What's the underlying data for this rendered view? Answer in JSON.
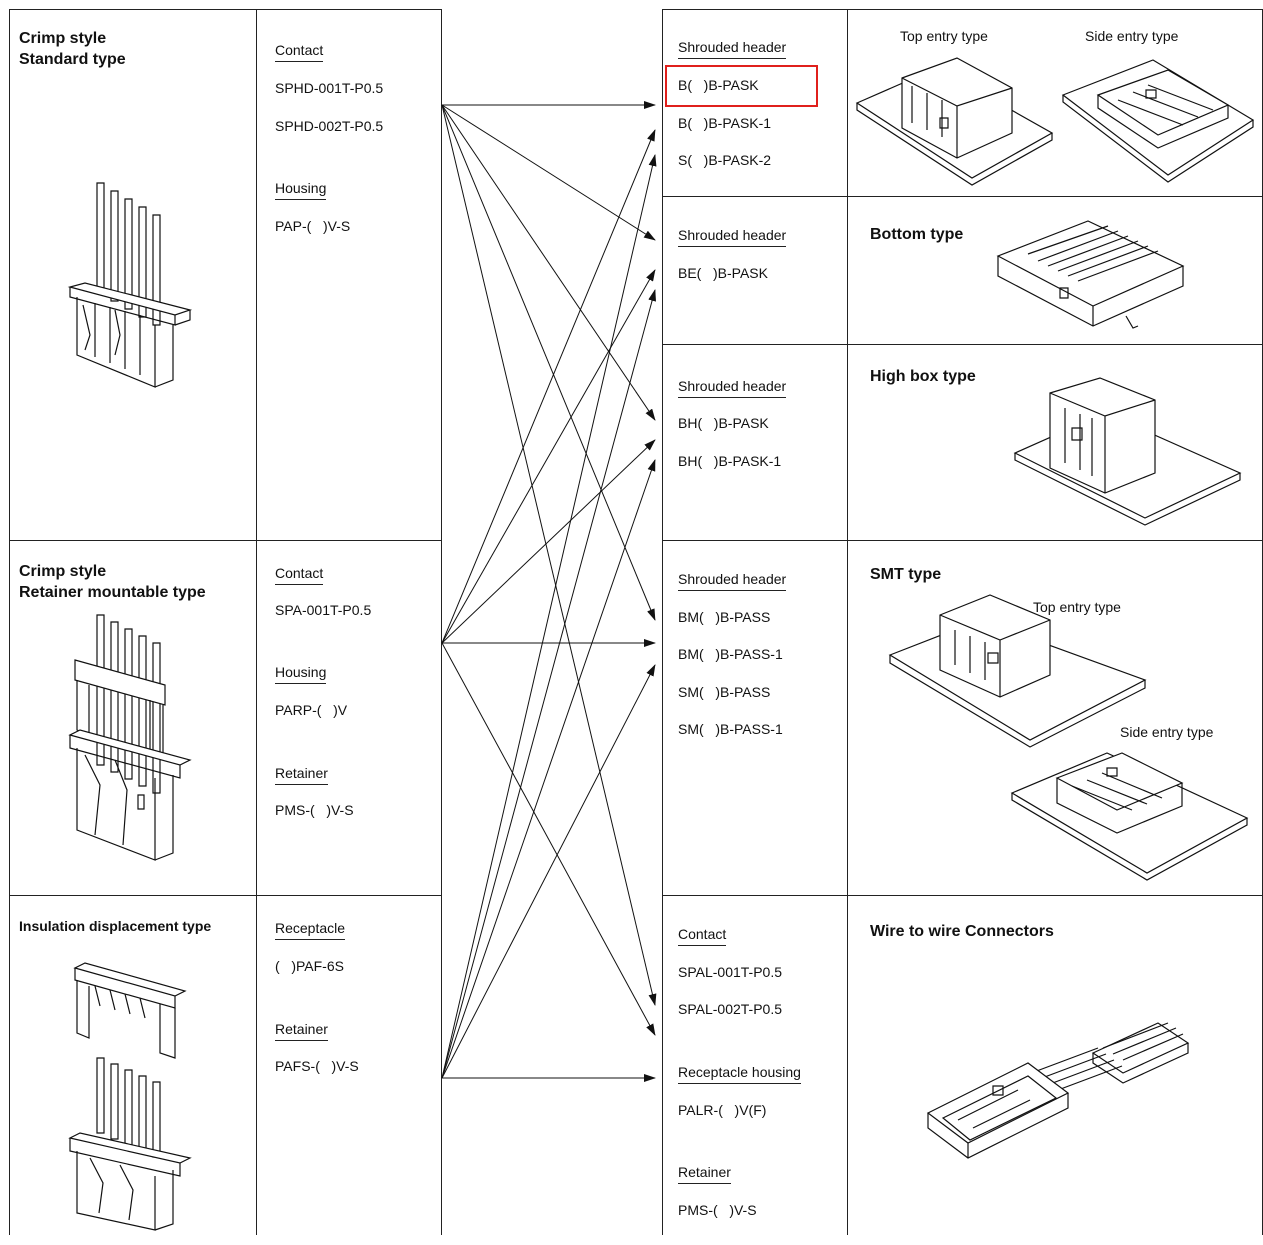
{
  "left_groups": [
    {
      "title": "Crimp style\nStandard type",
      "items": [
        {
          "label": "Contact",
          "values": [
            "SPHD-001T-P0.5",
            "SPHD-002T-P0.5"
          ]
        },
        {
          "label": "Housing",
          "values": [
            "PAP-(   )V-S"
          ]
        }
      ]
    },
    {
      "title": "Crimp style\nRetainer mountable type",
      "items": [
        {
          "label": "Contact",
          "values": [
            "SPA-001T-P0.5"
          ]
        },
        {
          "label": "Housing",
          "values": [
            "PARP-(   )V"
          ]
        },
        {
          "label": "Retainer",
          "values": [
            "PMS-(   )V-S"
          ]
        }
      ]
    },
    {
      "title": "Insulation displacement type",
      "items": [
        {
          "label": "Receptacle",
          "values": [
            "(   )PAF-6S"
          ]
        },
        {
          "label": "Retainer",
          "values": [
            "PAFS-(   )V-S"
          ]
        }
      ]
    }
  ],
  "right_groups": [
    {
      "label": "Shrouded header",
      "values": [
        "B(   )B-PASK",
        "B(   )B-PASK-1",
        "S(   )B-PASK-2"
      ],
      "highlighted": "B(   )B-PASK",
      "captions": [
        "Top entry type",
        "Side entry type"
      ]
    },
    {
      "label": "Shrouded header",
      "values": [
        "BE(   )B-PASK"
      ],
      "title": "Bottom type"
    },
    {
      "label": "Shrouded header",
      "values": [
        "BH(   )B-PASK",
        "BH(   )B-PASK-1"
      ],
      "title": "High box type"
    },
    {
      "label": "Shrouded header",
      "values": [
        "BM(   )B-PASS",
        "BM(   )B-PASS-1",
        "SM(   )B-PASS",
        "SM(   )B-PASS-1"
      ],
      "title": "SMT type",
      "captions": [
        "Top entry type",
        "Side entry type"
      ]
    },
    {
      "items": [
        {
          "label": "Contact",
          "values": [
            "SPAL-001T-P0.5",
            "SPAL-002T-P0.5"
          ]
        },
        {
          "label": "Receptacle housing",
          "values": [
            "PALR-(   )V(F)"
          ]
        },
        {
          "label": "Retainer",
          "values": [
            "PMS-(   )V-S"
          ]
        }
      ],
      "title": "Wire to wire Connectors"
    }
  ],
  "connections": [
    {
      "from": 0,
      "to": [
        0,
        1,
        2,
        3,
        4
      ]
    },
    {
      "from": 1,
      "to": [
        0,
        1,
        2,
        3,
        4
      ]
    },
    {
      "from": 2,
      "to": [
        0,
        1,
        2,
        3,
        4
      ]
    }
  ],
  "colors": {
    "line": "#111111",
    "highlight": "#e0201c",
    "board": "#ffffff"
  }
}
